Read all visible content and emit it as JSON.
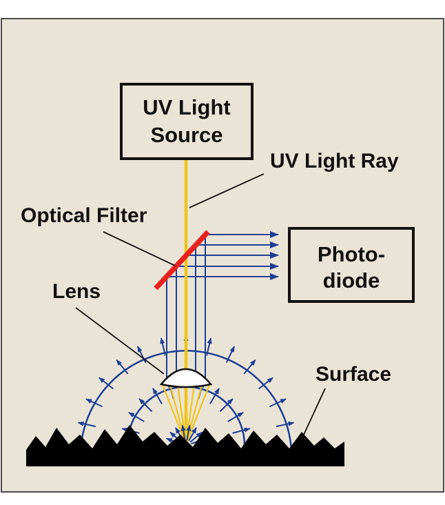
{
  "title": "UV light scattering measurement diagram",
  "colors": {
    "background": "#eae4d7",
    "frame_border": "#4a4a4a",
    "ink": "#111111",
    "uv_ray": "#f0c419",
    "filter": "#e8211d",
    "blue_ray": "#1c3e94",
    "surface_fill": "#000000",
    "lens_fill": "#ffffff"
  },
  "labels": {
    "uv_source_line1": "UV Light",
    "uv_source_line2": "Source",
    "uv_light_ray": "UV Light Ray",
    "optical_filter": "Optical Filter",
    "photodiode_line1": "Photo-",
    "photodiode_line2": "diode",
    "lens": "Lens",
    "surface": "Surface"
  }
}
